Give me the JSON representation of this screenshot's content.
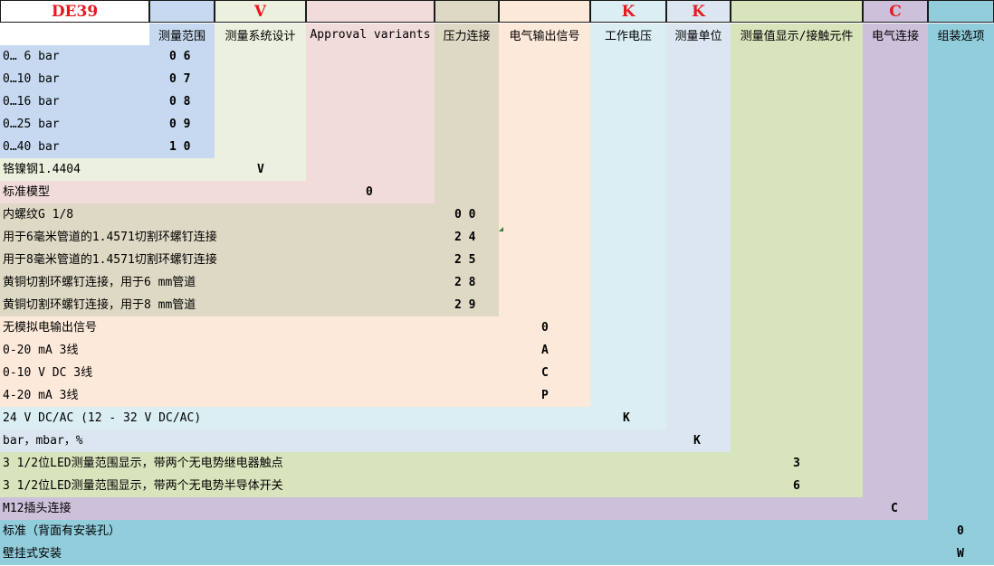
{
  "colors": {
    "range": "#c6d9f0",
    "design": "#ebf1de",
    "approval": "#f2dcdb",
    "pressure": "#ddd9c4",
    "output": "#fde9d9",
    "voltage": "#daeef3",
    "unit": "#dce6f1",
    "display": "#d8e4bc",
    "electric": "#ccc0da",
    "assembly": "#92cddc",
    "header_text": "#e8191e"
  },
  "header_codes": [
    "DE39",
    "",
    "V",
    "",
    "",
    "",
    "K",
    "K",
    "",
    "C",
    ""
  ],
  "columns": [
    "测量范围",
    "测量系统设计",
    "Approval variants",
    "压力连接",
    "电气输出信号",
    "工作电压",
    "测量单位",
    "测量值显示/接触元件",
    "电气连接",
    "组装选项"
  ],
  "sections": {
    "range": [
      {
        "label": "0… 6 bar",
        "code": "0 6"
      },
      {
        "label": "0…10 bar",
        "code": "0 7"
      },
      {
        "label": "0…16 bar",
        "code": "0 8"
      },
      {
        "label": "0…25 bar",
        "code": "0 9"
      },
      {
        "label": "0…40 bar",
        "code": "1 0"
      }
    ],
    "design": [
      {
        "label": "铬镍钢1.4404",
        "code": "V"
      }
    ],
    "approval": [
      {
        "label": "标准模型",
        "code": "0"
      }
    ],
    "pressure": [
      {
        "label": "内螺纹G 1/8",
        "code": "0 0"
      },
      {
        "label": "用于6毫米管道的1.4571切割环螺钉连接",
        "code": "2 4"
      },
      {
        "label": "用于8毫米管道的1.4571切割环螺钉连接",
        "code": "2 5"
      },
      {
        "label": "黄铜切割环螺钉连接，用于6 mm管道",
        "code": "2 8"
      },
      {
        "label": "黄铜切割环螺钉连接，用于8 mm管道",
        "code": "2 9"
      }
    ],
    "output": [
      {
        "label": "无模拟电输出信号",
        "code": "0"
      },
      {
        "label": "0-20 mA 3线",
        "code": "A"
      },
      {
        "label": "0-10 V DC 3线",
        "code": "C"
      },
      {
        "label": "4-20 mA 3线",
        "code": "P"
      }
    ],
    "voltage": [
      {
        "label": "24 V DC/AC (12 - 32 V DC/AC)",
        "code": "K"
      }
    ],
    "unit": [
      {
        "label": "bar，mbar，%",
        "code": "K"
      }
    ],
    "display": [
      {
        "label": "3 1/2位LED测量范围显示，带两个无电势继电器触点",
        "code": "3"
      },
      {
        "label": "3 1/2位LED测量范围显示，带两个无电势半导体开关",
        "code": "6"
      }
    ],
    "electric": [
      {
        "label": "M12插头连接",
        "code": "C"
      }
    ],
    "assembly": [
      {
        "label": "标准（背面有安装孔）",
        "code": "0"
      },
      {
        "label": "壁挂式安装",
        "code": "W"
      }
    ]
  }
}
